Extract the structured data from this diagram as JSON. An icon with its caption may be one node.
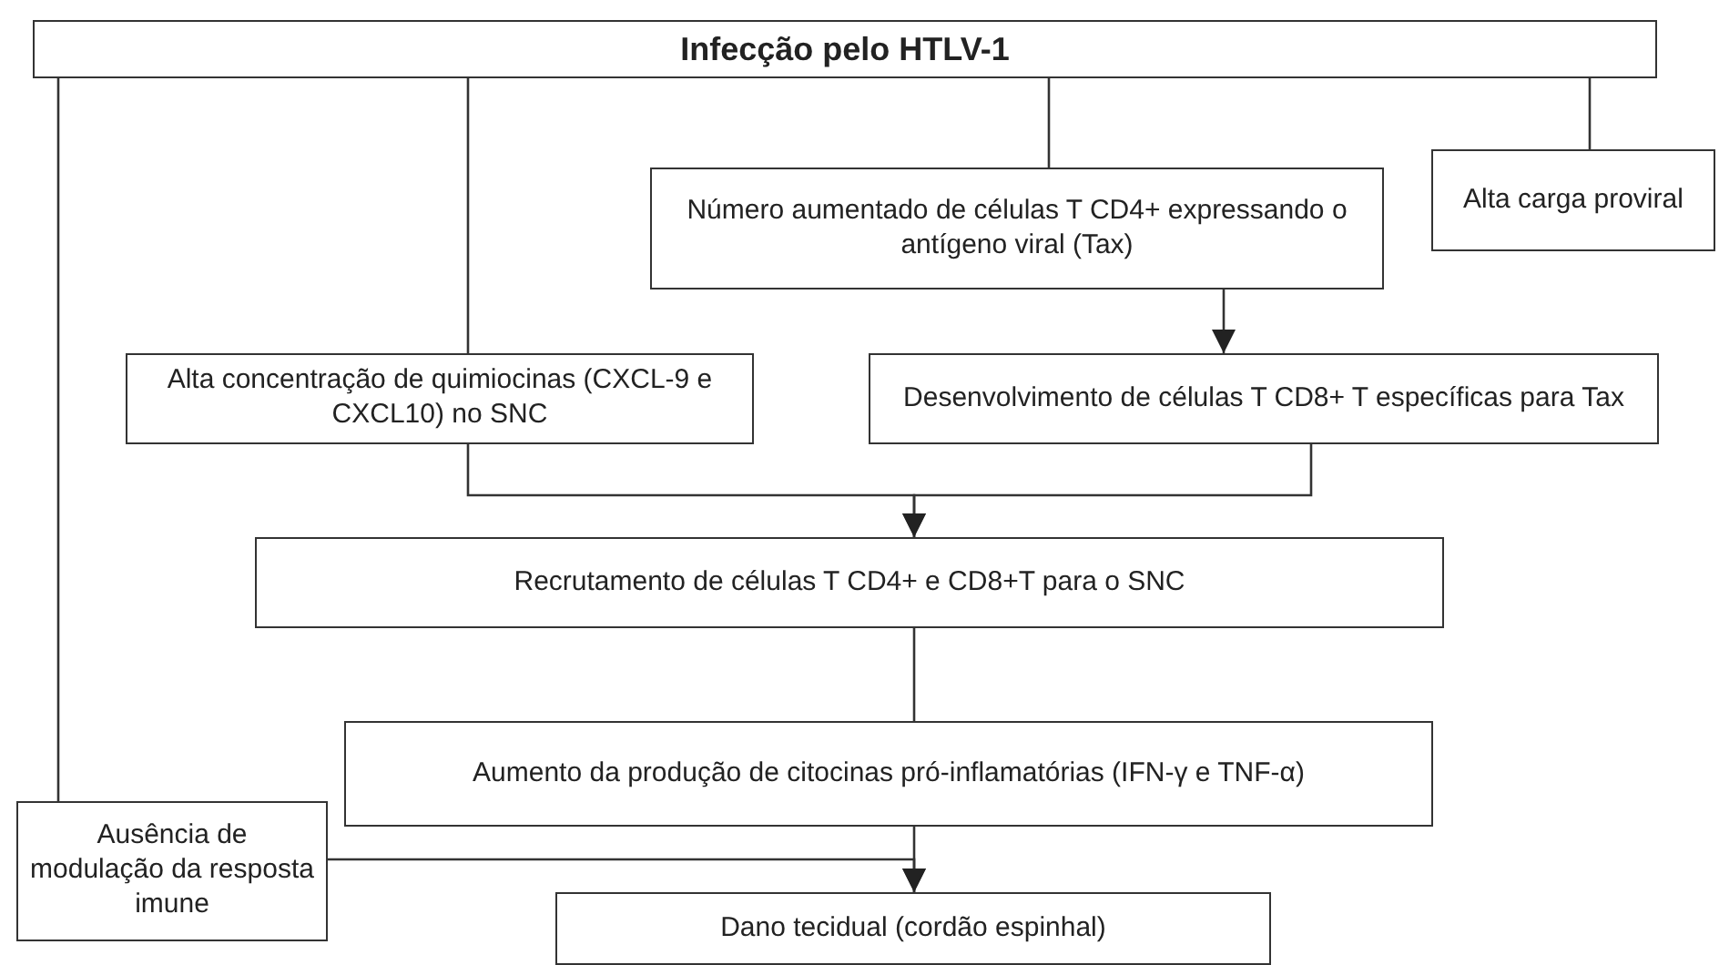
{
  "diagram": {
    "nodes": [
      {
        "text": [
          "Infecção pelo HTLV-1"
        ]
      },
      {
        "text": [
          "Número aumentado de células T CD4+ expressando o antígeno viral (Tax)"
        ]
      },
      {
        "text": [
          "Alta carga proviral"
        ]
      },
      {
        "text": [
          "Alta concentração de quimiocinas (CXCL-9 e CXCL10) no SNC"
        ]
      },
      {
        "text": [
          "Desenvolvimento de células T CD8+ T específicas para Tax"
        ]
      },
      {
        "text": [
          "Recrutamento de células T CD4+ e CD8+T para o SNC"
        ]
      },
      {
        "text": [
          "Aumento da produção de citocinas pró-inflamatórias (IFN-γ e TNF-α)"
        ]
      },
      {
        "text": [
          "Ausência de modulação da resposta imune"
        ]
      },
      {
        "text": [
          "Dano tecidual (cordão espinhal)"
        ]
      }
    ],
    "edges": [
      {
        "from": 0,
        "to": 7,
        "arrow": "none"
      },
      {
        "from": 0,
        "to": 3,
        "arrow": "none"
      },
      {
        "from": 0,
        "to": 1,
        "arrow": "none"
      },
      {
        "from": 0,
        "to": 2,
        "arrow": "none"
      },
      {
        "from": 1,
        "to": 4,
        "arrow": "to"
      },
      {
        "from": 3,
        "to": 5,
        "arrow": "to"
      },
      {
        "from": 4,
        "to": 5,
        "arrow": "to"
      },
      {
        "from": 5,
        "to": 6,
        "arrow": "none"
      },
      {
        "from": 6,
        "to": 8,
        "arrow": "to"
      },
      {
        "from": 7,
        "to": 8,
        "arrow": "to"
      }
    ]
  }
}
